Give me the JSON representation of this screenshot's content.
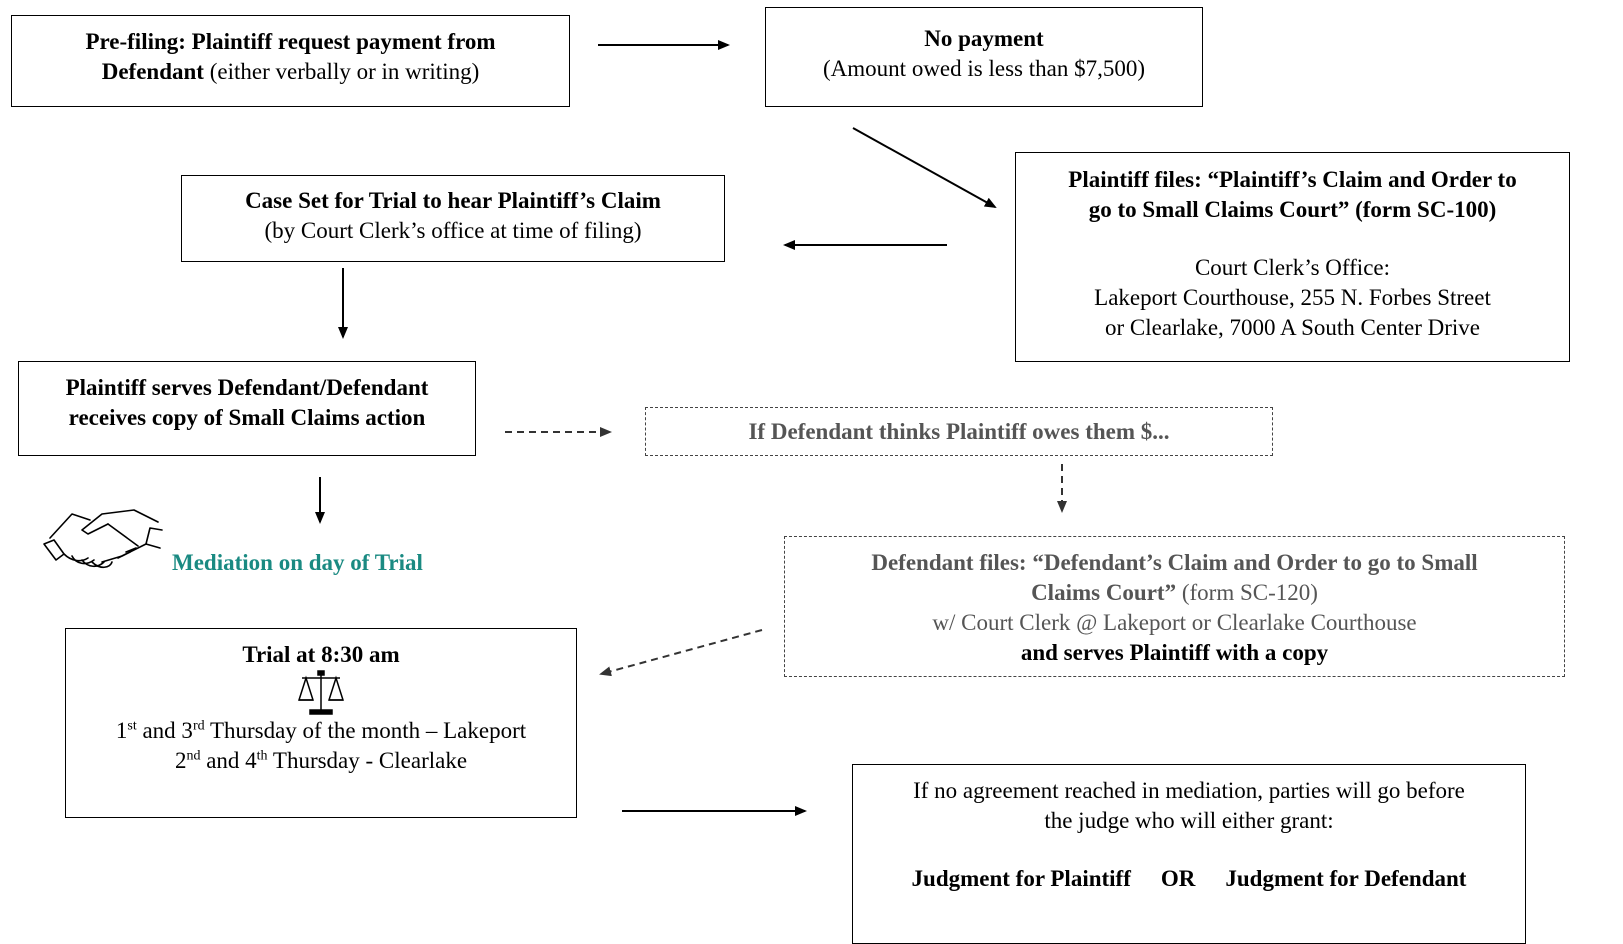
{
  "boxes": {
    "prefiling": {
      "bold": "Pre-filing: Plaintiff request payment from",
      "bold2": "Defendant",
      "rest": " (either verbally or in writing)"
    },
    "nopayment": {
      "title": "No payment",
      "sub": "(Amount owed is less than $7,500)"
    },
    "files": {
      "bold1": "Plaintiff files: “Plaintiff’s Claim and Order to",
      "bold2": "go to Small Claims Court” (form SC-100)",
      "office": "Court Clerk’s Office:",
      "addr1": "Lakeport Courthouse, 255 N. Forbes Street",
      "addr2": "or Clearlake, 7000 A South Center Drive"
    },
    "caseset": {
      "title": "Case Set for Trial to hear Plaintiff’s Claim",
      "sub": "(by Court Clerk’s office at time of filing)"
    },
    "serves": {
      "line1": "Plaintiff serves Defendant/Defendant",
      "line2": "receives copy of Small Claims action"
    },
    "ifdefendant": {
      "text": "If Defendant thinks Plaintiff owes them $..."
    },
    "deffiles": {
      "bold1": "Defendant files: “Defendant’s Claim and Order to go to Small",
      "bold2": "Claims Court”",
      "form": " (form SC-120)",
      "clerk": "w/ Court Clerk @ Lakeport or Clearlake Courthouse",
      "serves": "and serves Plaintiff with a copy"
    },
    "mediation": {
      "text": "Mediation on day of Trial"
    },
    "trial": {
      "title": "Trial at 8:30 am",
      "l1a": "1",
      "l1sup1": "st",
      "l1b": " and 3",
      "l1sup2": "rd",
      "l1c": " Thursday of the month – Lakeport",
      "l2a": "2",
      "l2sup1": "nd",
      "l2b": " and 4",
      "l2sup2": "th",
      "l2c": " Thursday - Clearlake"
    },
    "judge": {
      "line1": "If no agreement reached in mediation, parties will go before",
      "line2": "the judge who will either grant:",
      "plaintiff": "Judgment for Plaintiff",
      "or": "OR",
      "defendant": "Judgment for Defendant"
    }
  },
  "icons": [
    "handshake-icon",
    "scales-icon"
  ]
}
